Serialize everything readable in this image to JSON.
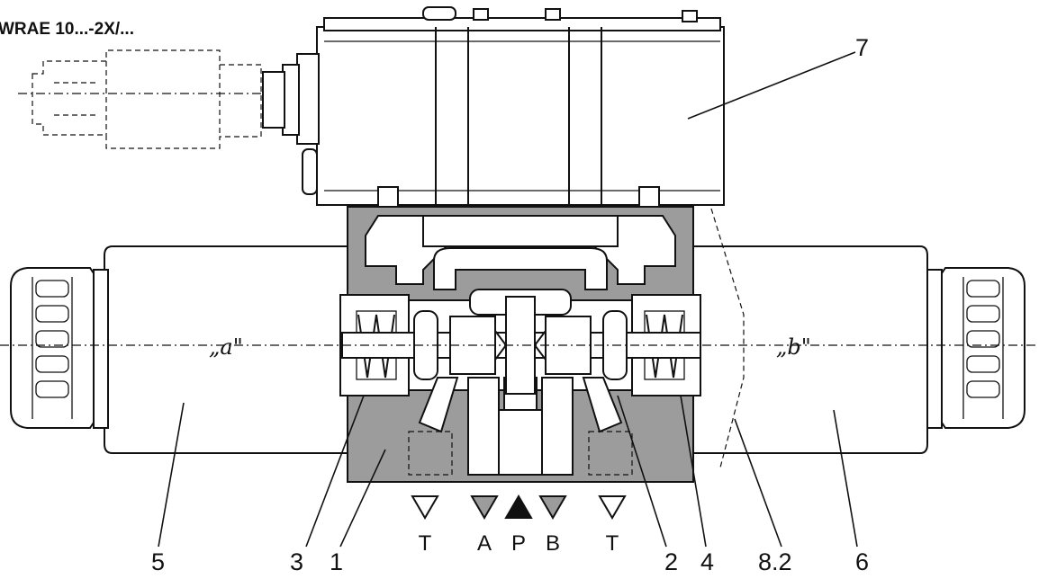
{
  "title": "WRAE 10...-2X/...",
  "solenoids": {
    "a": "„a\"",
    "b": "„b\""
  },
  "ports": [
    "T",
    "A",
    "P",
    "B",
    "T"
  ],
  "callouts": [
    "5",
    "3",
    "1",
    "2",
    "4",
    "8.2",
    "6",
    "7"
  ],
  "colors": {
    "body": "#9c9c9c",
    "line": "#111111",
    "background": "#ffffff"
  },
  "icons": {
    "port_marker": "triangle"
  }
}
